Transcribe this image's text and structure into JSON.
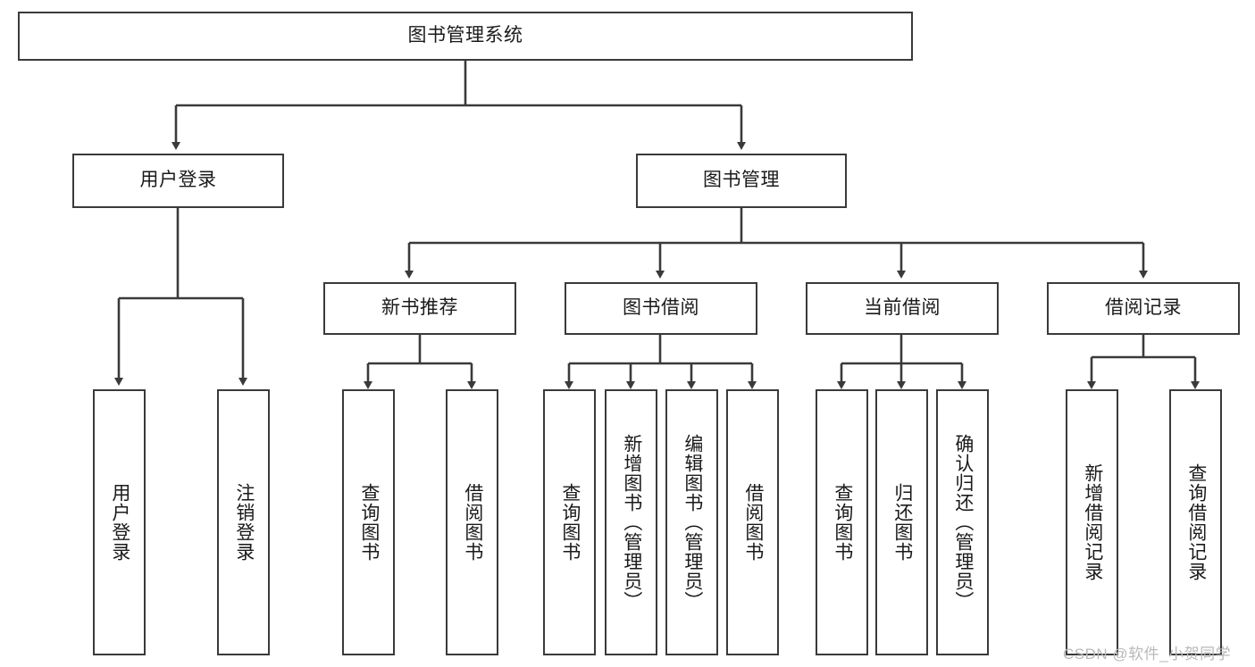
{
  "diagram": {
    "title": "图书管理系统",
    "type": "hierarchy-tree",
    "root": {
      "id": "root",
      "label": "图书管理系统"
    },
    "level2": [
      {
        "id": "user-login",
        "label": "用户登录"
      },
      {
        "id": "book-management",
        "label": "图书管理"
      }
    ],
    "level3": [
      {
        "id": "new-book-recommend",
        "label": "新书推荐",
        "parent": "book-management"
      },
      {
        "id": "book-borrow",
        "label": "图书借阅",
        "parent": "book-management"
      },
      {
        "id": "current-borrow",
        "label": "当前借阅",
        "parent": "book-management"
      },
      {
        "id": "borrow-record",
        "label": "借阅记录",
        "parent": "book-management"
      }
    ],
    "leaves": [
      {
        "id": "leaf-user-login",
        "label": "用户登录",
        "parent": "user-login"
      },
      {
        "id": "leaf-user-logout",
        "label": "注销登录",
        "parent": "user-login"
      },
      {
        "id": "leaf-query-book-1",
        "label": "查询图书",
        "parent": "new-book-recommend"
      },
      {
        "id": "leaf-borrow-book-1",
        "label": "借阅图书",
        "parent": "new-book-recommend"
      },
      {
        "id": "leaf-query-book-2",
        "label": "查询图书",
        "parent": "book-borrow"
      },
      {
        "id": "leaf-add-book",
        "label": "新增图书（管理员）",
        "parent": "book-borrow"
      },
      {
        "id": "leaf-edit-book",
        "label": "编辑图书（管理员）",
        "parent": "book-borrow"
      },
      {
        "id": "leaf-borrow-book-2",
        "label": "借阅图书",
        "parent": "book-borrow"
      },
      {
        "id": "leaf-query-book-3",
        "label": "查询图书",
        "parent": "current-borrow"
      },
      {
        "id": "leaf-return-book",
        "label": "归还图书",
        "parent": "current-borrow"
      },
      {
        "id": "leaf-confirm-return",
        "label": "确认归还（管理员）",
        "parent": "current-borrow"
      },
      {
        "id": "leaf-add-record",
        "label": "新增借阅记录",
        "parent": "borrow-record"
      },
      {
        "id": "leaf-query-record",
        "label": "查询借阅记录",
        "parent": "borrow-record"
      }
    ],
    "colors": {
      "stroke": "#3a3a3a",
      "fill": "#ffffff",
      "text": "#1a1a1a",
      "watermark": "#b9b9b9"
    }
  },
  "watermark": {
    "text": "CSDN @软件_小贺同学"
  }
}
